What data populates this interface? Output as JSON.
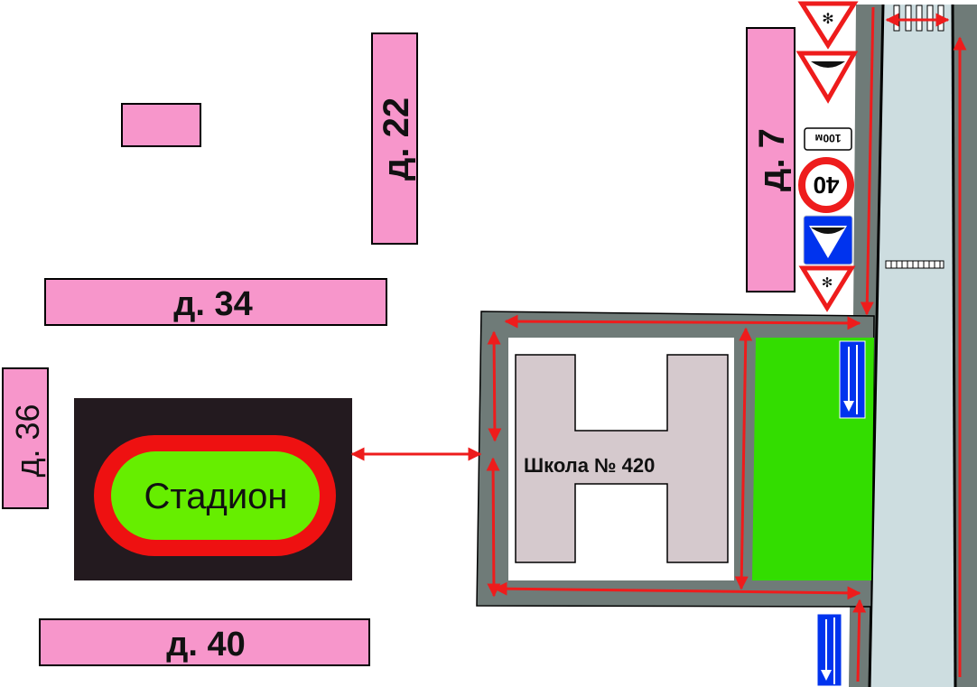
{
  "buildings": {
    "d22": "д. 22",
    "d7": "д. 7",
    "d34": "д. 34",
    "d36": "д. 36",
    "d40": "д. 40",
    "unnamed": ""
  },
  "stadium": {
    "label": "Стадион"
  },
  "school": {
    "label": "Школа № 420"
  },
  "signs": {
    "distance_plate": "100м",
    "speed_limit": "40",
    "icons": [
      "children-warning-sign-icon",
      "speed-bump-warning-sign-icon",
      "distance-plate-icon",
      "speed-limit-sign-icon",
      "speed-bump-info-sign-icon",
      "children-warning-sign-icon",
      "one-way-lane-sign-icon"
    ]
  },
  "colors": {
    "building": "#f796cb",
    "road": "#6f7b78",
    "carriageway": "#cddde0",
    "route_arrow": "#ee1c1c",
    "school_ground": "#ffffff",
    "school_building": "#d5c9cd",
    "sport_ground": "#33dd00",
    "stadium_base": "#231a1f",
    "track": "#ee1111",
    "field": "#66ee00",
    "sign_blue": "#0033ee"
  }
}
